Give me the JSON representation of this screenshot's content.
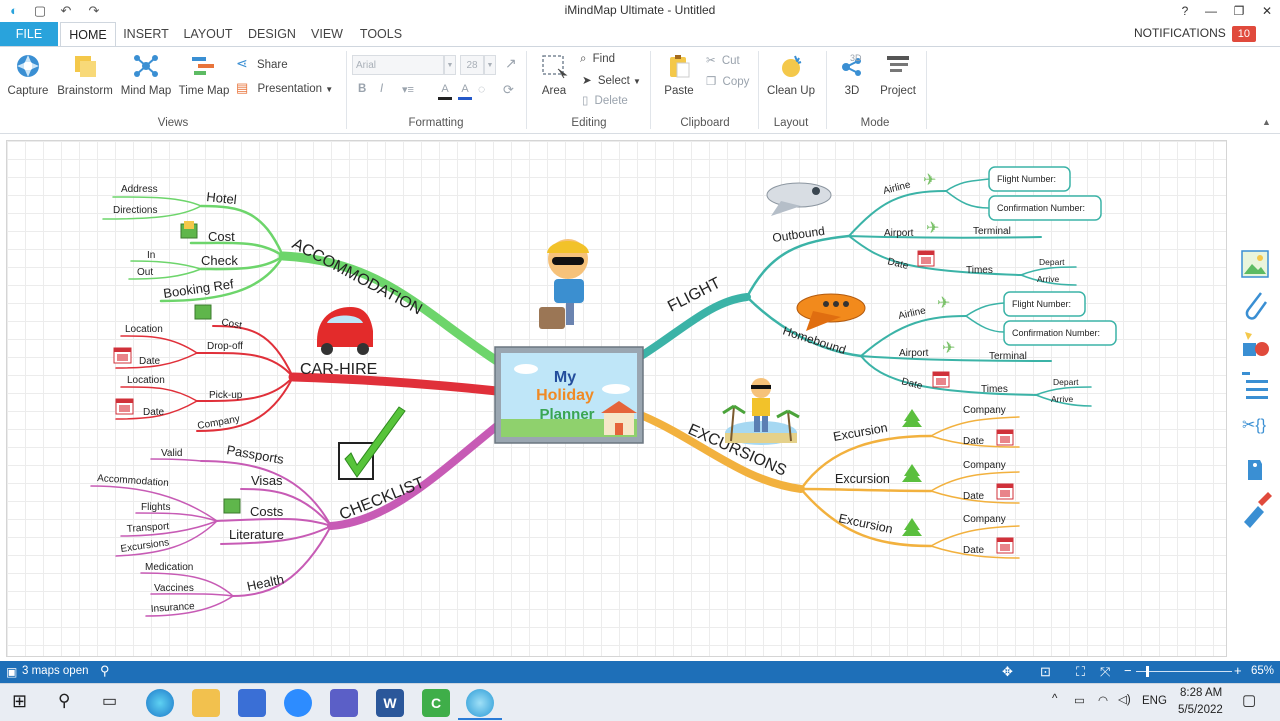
{
  "app": {
    "title": "iMindMap Ultimate - Untitled",
    "window_controls": [
      "?",
      "—",
      "❐",
      "✕"
    ]
  },
  "menu": {
    "tabs": [
      "FILE",
      "HOME",
      "INSERT",
      "LAYOUT",
      "DESIGN",
      "VIEW",
      "TOOLS"
    ],
    "active": "HOME",
    "notifications_label": "NOTIFICATIONS",
    "notifications_count": "10"
  },
  "ribbon": {
    "views": {
      "group": "Views",
      "capture": "Capture",
      "brainstorm": "Brainstorm",
      "mind_map": "Mind Map",
      "time_map": "Time Map",
      "share": "Share",
      "presentation": "Presentation"
    },
    "formatting": {
      "group": "Formatting",
      "font": "Arial",
      "size": "28",
      "bold": "B",
      "italic": "I"
    },
    "editing": {
      "group": "Editing",
      "area": "Area",
      "find": "Find",
      "select": "Select",
      "delete": "Delete"
    },
    "clipboard": {
      "group": "Clipboard",
      "paste": "Paste",
      "cut": "Cut",
      "copy": "Copy"
    },
    "layout": {
      "group": "Layout",
      "clean_up": "Clean Up"
    },
    "mode": {
      "group": "Mode",
      "three_d": "3D",
      "project": "Project",
      "three_d_top": "3D"
    }
  },
  "mindmap": {
    "center": {
      "line1": "My",
      "line2": "Holiday",
      "line3": "Planner"
    },
    "accommodation": {
      "label": "ACCOMMODATION",
      "hotel": "Hotel",
      "address": "Address",
      "directions": "Directions",
      "cost": "Cost",
      "check": "Check",
      "in": "In",
      "out": "Out",
      "booking_ref": "Booking Ref"
    },
    "car_hire": {
      "label": "CAR-HIRE",
      "cost": "Cost",
      "drop_off": "Drop-off",
      "pick_up": "Pick-up",
      "location1": "Location",
      "date1": "Date",
      "location2": "Location",
      "date2": "Date",
      "company": "Company"
    },
    "checklist": {
      "label": "CHECKLIST",
      "passports": "Passports",
      "valid": "Valid",
      "visas": "Visas",
      "costs": "Costs",
      "literature": "Literature",
      "accommodation": "Accommodation",
      "flights": "Flights",
      "transport": "Transport",
      "excursions": "Excursions",
      "health": "Health",
      "medication": "Medication",
      "vaccines": "Vaccines",
      "insurance": "Insurance"
    },
    "flight": {
      "label": "FLIGHT",
      "outbound": "Outbound",
      "homebound": "Homebound",
      "airline": "Airline",
      "airport": "Airport",
      "date": "Date",
      "terminal": "Terminal",
      "times": "Times",
      "depart": "Depart",
      "arrive": "Arrive",
      "flight_number": "Flight Number:",
      "confirmation_number": "Confirmation Number:"
    },
    "excursions": {
      "label": "EXCURSIONS",
      "excursion": "Excursion",
      "company": "Company",
      "date": "Date"
    }
  },
  "right_toolbar": [
    "image-icon",
    "paperclip-icon",
    "shapes-icon",
    "list-icon",
    "code-icon",
    "tag-icon",
    "brush-icon"
  ],
  "colors": {
    "accommodation": "#6dd56b",
    "car_hire": "#e0303a",
    "checklist": "#c75bb5",
    "flight": "#3bb3a7",
    "excursions": "#f2b13e",
    "accent": "#29a3dc",
    "status_bar": "#1e6fb8"
  },
  "status": {
    "maps_open": "3 maps open",
    "zoom": "65%"
  },
  "taskbar": {
    "time": "8:28 AM",
    "date": "5/5/2022",
    "lang": "ENG"
  }
}
